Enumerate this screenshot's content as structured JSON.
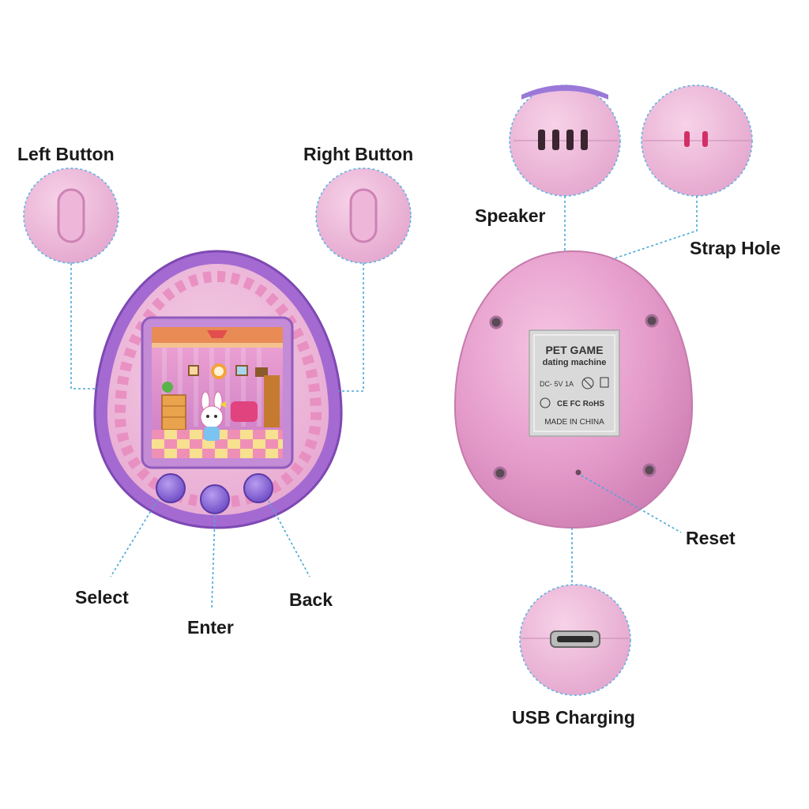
{
  "callouts": {
    "left_button": "Left Button",
    "right_button": "Right Button",
    "speaker": "Speaker",
    "strap_hole": "Strap Hole",
    "select": "Select",
    "enter": "Enter",
    "back": "Back",
    "reset": "Reset",
    "usb_charging": "USB Charging"
  },
  "sticker": {
    "brand": "PET GAME",
    "subtitle": "dating machine",
    "rating": "DC- 5V 1A",
    "certs": "CE FC RoHS",
    "origin": "MADE IN CHINA"
  },
  "colors": {
    "shell_pink": "#e6a2c9",
    "front_purple": "#a16bd1",
    "button_violet": "#8a67d6",
    "leader_blue": "#4aa8d8"
  },
  "icons": [
    "speaker-grille-icon",
    "strap-hole-icon",
    "usb-port-icon",
    "reset-hole-icon",
    "pet-character-icon"
  ]
}
